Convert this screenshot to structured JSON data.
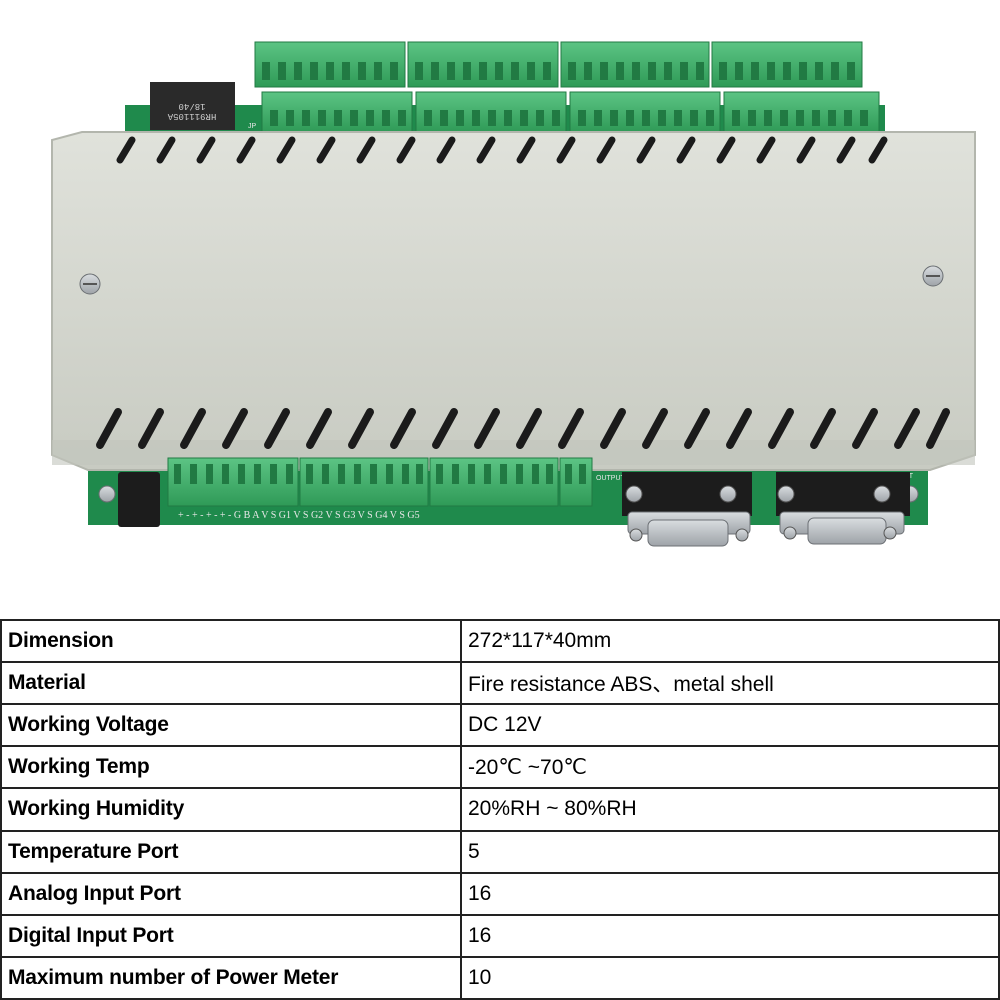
{
  "photo": {
    "chip_text_1": "HR911105A",
    "chip_text_2": "18/40",
    "board_text_output": "OUTPUT",
    "board_text_input": "INPUT",
    "board_text_jp": "JP",
    "terminal_labels": "+ - + - + - + -   G B A   V S G1   V S G2   V S G3   V S G4   V S G5",
    "colors": {
      "enclosure": "#d4d7cf",
      "terminal_green": "#3fae6a",
      "pcb_green": "#1f8a4c",
      "connector_metal": "#b9bdc2"
    }
  },
  "specs": {
    "rows": [
      {
        "label": "Dimension",
        "value": "272*117*40mm"
      },
      {
        "label": "Material",
        "value": "Fire resistance ABS、metal shell"
      },
      {
        "label": "Working Voltage",
        "value": "DC  12V"
      },
      {
        "label": "Working Temp",
        "value": " -20℃ ~70℃"
      },
      {
        "label": "Working Humidity",
        "value": "20%RH ~ 80%RH"
      },
      {
        "label": "Temperature Port",
        "value": "5"
      },
      {
        "label": "Analog Input  Port",
        "value": "16"
      },
      {
        "label": "Digital Input  Port",
        "value": "16"
      },
      {
        "label": "Maximum number of Power Meter",
        "value": "10"
      }
    ]
  }
}
